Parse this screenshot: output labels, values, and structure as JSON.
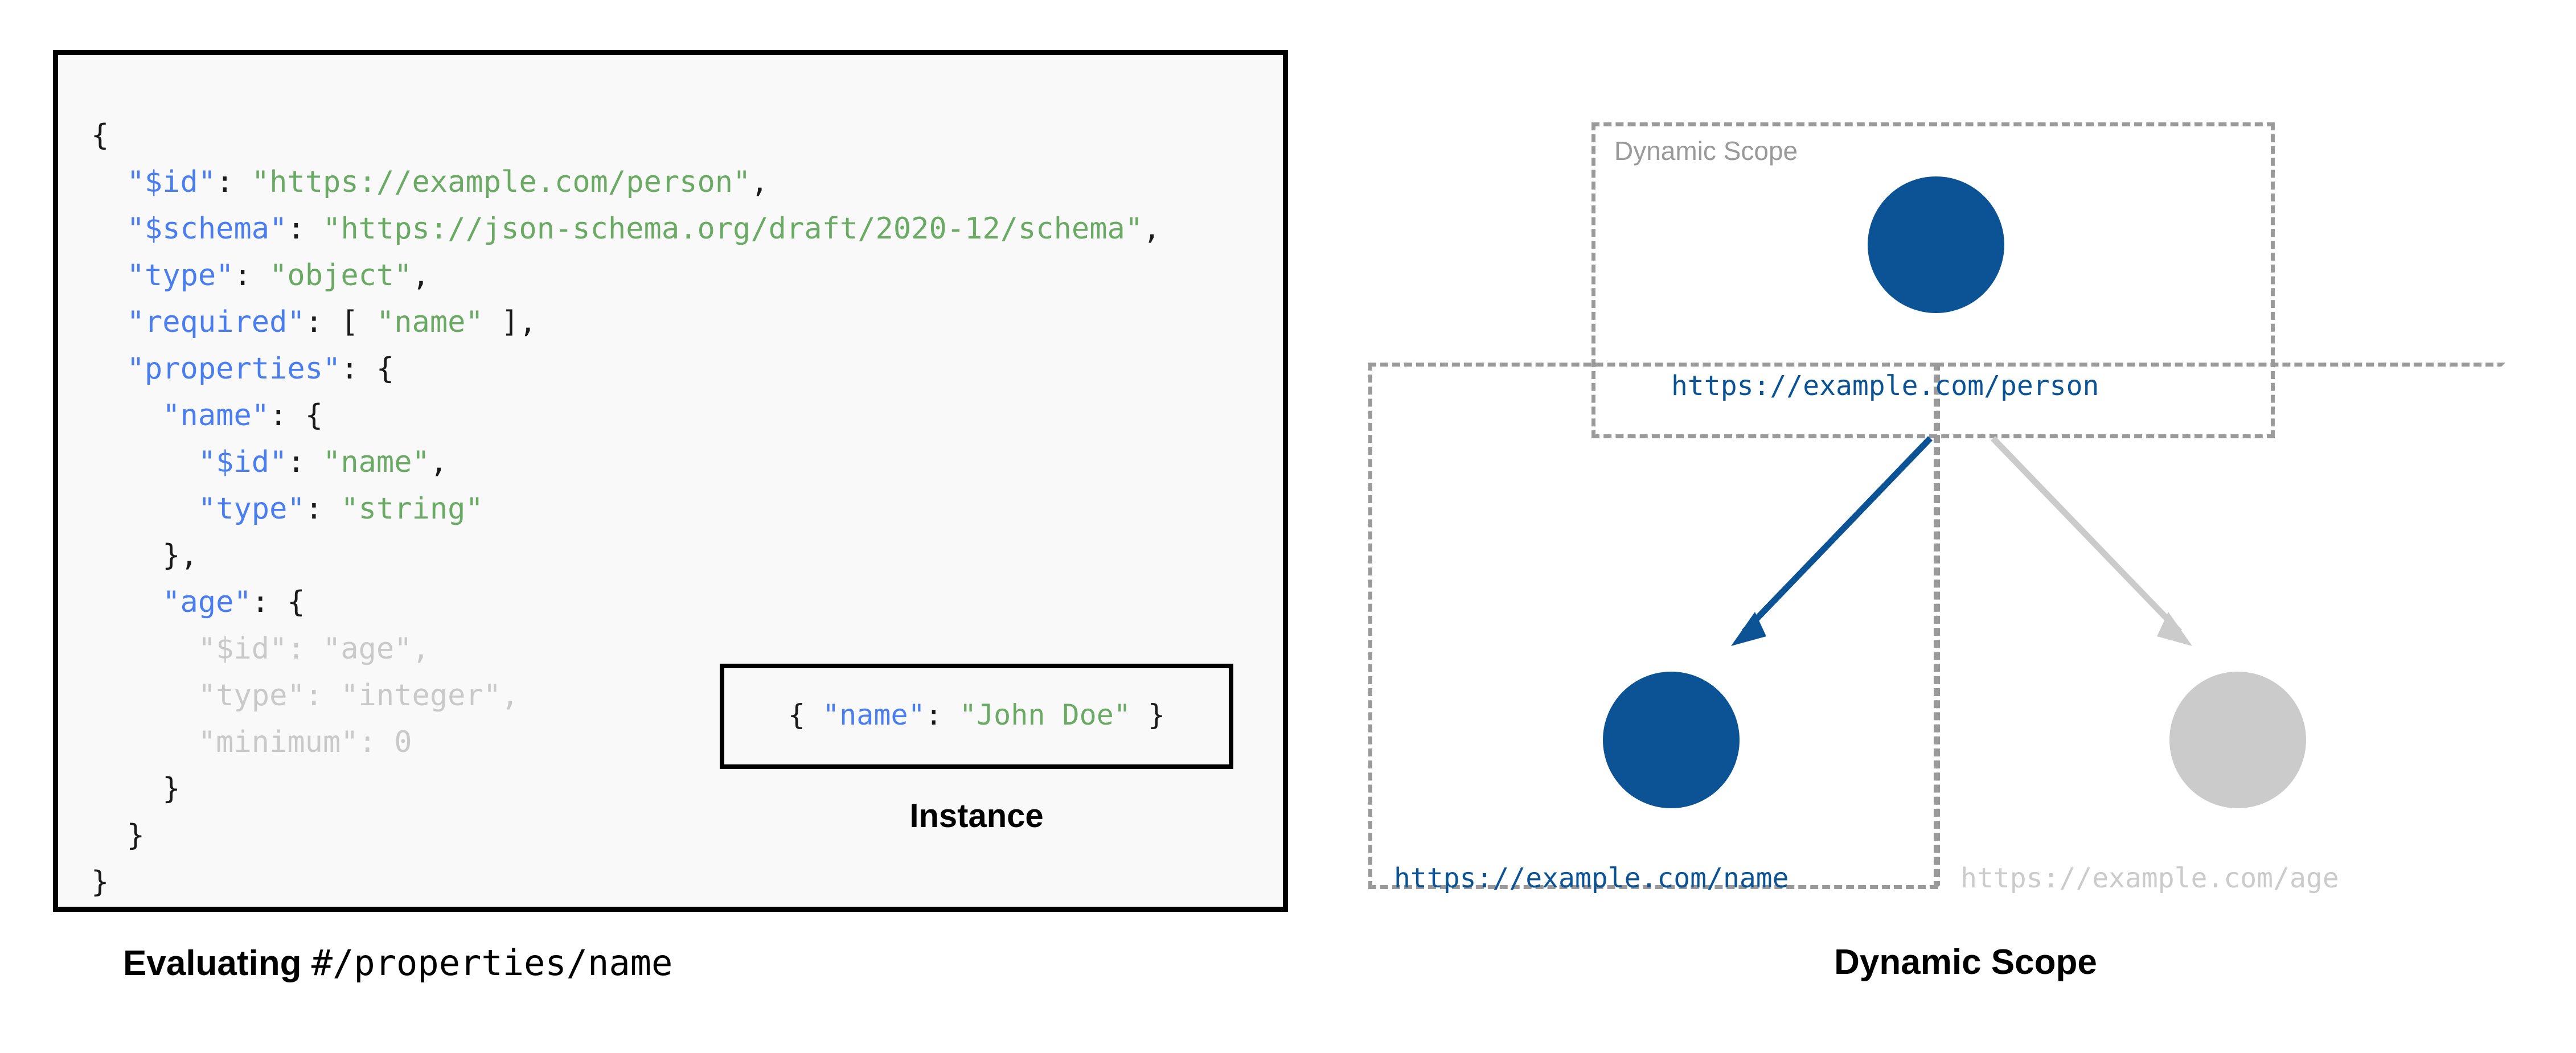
{
  "schema_panel": {
    "lines": [
      {
        "id": "l1",
        "indent": 0,
        "dim": false,
        "tokens": [
          {
            "t": "{",
            "c": "p"
          }
        ]
      },
      {
        "id": "l2",
        "indent": 1,
        "dim": false,
        "tokens": [
          {
            "t": "\"$id\"",
            "c": "k"
          },
          {
            "t": ": ",
            "c": "p"
          },
          {
            "t": "\"https://example.com/person\"",
            "c": "s"
          },
          {
            "t": ",",
            "c": "p"
          }
        ]
      },
      {
        "id": "l3",
        "indent": 1,
        "dim": false,
        "tokens": [
          {
            "t": "\"$schema\"",
            "c": "k"
          },
          {
            "t": ": ",
            "c": "p"
          },
          {
            "t": "\"https://json-schema.org/draft/2020-12/schema\"",
            "c": "s"
          },
          {
            "t": ",",
            "c": "p"
          }
        ]
      },
      {
        "id": "l4",
        "indent": 1,
        "dim": false,
        "tokens": [
          {
            "t": "\"type\"",
            "c": "k"
          },
          {
            "t": ": ",
            "c": "p"
          },
          {
            "t": "\"object\"",
            "c": "s"
          },
          {
            "t": ",",
            "c": "p"
          }
        ]
      },
      {
        "id": "l5",
        "indent": 1,
        "dim": false,
        "tokens": [
          {
            "t": "\"required\"",
            "c": "k"
          },
          {
            "t": ": [ ",
            "c": "p"
          },
          {
            "t": "\"name\"",
            "c": "s"
          },
          {
            "t": " ],",
            "c": "p"
          }
        ]
      },
      {
        "id": "l6",
        "indent": 1,
        "dim": false,
        "tokens": [
          {
            "t": "\"properties\"",
            "c": "k"
          },
          {
            "t": ": {",
            "c": "p"
          }
        ]
      },
      {
        "id": "l7",
        "indent": 2,
        "dim": false,
        "tokens": [
          {
            "t": "\"name\"",
            "c": "k"
          },
          {
            "t": ": {",
            "c": "p"
          }
        ]
      },
      {
        "id": "l8",
        "indent": 3,
        "dim": false,
        "tokens": [
          {
            "t": "\"$id\"",
            "c": "k"
          },
          {
            "t": ": ",
            "c": "p"
          },
          {
            "t": "\"name\"",
            "c": "s"
          },
          {
            "t": ",",
            "c": "p"
          }
        ]
      },
      {
        "id": "l9",
        "indent": 3,
        "dim": false,
        "tokens": [
          {
            "t": "\"type\"",
            "c": "k"
          },
          {
            "t": ": ",
            "c": "p"
          },
          {
            "t": "\"string\"",
            "c": "s"
          }
        ]
      },
      {
        "id": "l10",
        "indent": 2,
        "dim": false,
        "tokens": [
          {
            "t": "},",
            "c": "p"
          }
        ]
      },
      {
        "id": "l11",
        "indent": 2,
        "dim": false,
        "tokens": [
          {
            "t": "\"age\"",
            "c": "k"
          },
          {
            "t": ": {",
            "c": "p"
          }
        ]
      },
      {
        "id": "l12",
        "indent": 3,
        "dim": true,
        "tokens": [
          {
            "t": "\"$id\": \"age\",",
            "c": "dim"
          }
        ]
      },
      {
        "id": "l13",
        "indent": 3,
        "dim": true,
        "tokens": [
          {
            "t": "\"type\": \"integer\",",
            "c": "dim"
          }
        ]
      },
      {
        "id": "l14",
        "indent": 3,
        "dim": true,
        "tokens": [
          {
            "t": "\"minimum\": 0",
            "c": "dim"
          }
        ]
      },
      {
        "id": "l15",
        "indent": 2,
        "dim": false,
        "tokens": [
          {
            "t": "}",
            "c": "p"
          }
        ]
      },
      {
        "id": "l16",
        "indent": 1,
        "dim": false,
        "tokens": [
          {
            "t": "}",
            "c": "p"
          }
        ]
      },
      {
        "id": "l17",
        "indent": 0,
        "dim": false,
        "tokens": [
          {
            "t": "}",
            "c": "p"
          }
        ]
      }
    ]
  },
  "instance": {
    "tokens": [
      {
        "t": "{ ",
        "c": "p"
      },
      {
        "t": "\"name\"",
        "c": "k"
      },
      {
        "t": ": ",
        "c": "p"
      },
      {
        "t": "\"John Doe\"",
        "c": "s"
      },
      {
        "t": " }",
        "c": "p"
      }
    ],
    "caption": "Instance"
  },
  "left_caption": {
    "bold_part": "Evaluating ",
    "mono_part": "#/properties/name"
  },
  "scope_diagram": {
    "box_label": "Dynamic Scope",
    "nodes": [
      {
        "id": "person",
        "label": "https://example.com/person",
        "state": "active",
        "color": "#0b5394"
      },
      {
        "id": "name",
        "label": "https://example.com/name",
        "state": "active",
        "color": "#0b5394"
      },
      {
        "id": "age",
        "label": "https://example.com/age",
        "state": "inactive",
        "color": "#cbcbcb"
      }
    ],
    "edges": [
      {
        "from": "person",
        "to": "name",
        "color": "#0b5394"
      },
      {
        "from": "person",
        "to": "age",
        "color": "#cbcbcb"
      }
    ]
  },
  "right_caption": "Dynamic Scope",
  "colors": {
    "key_blue": "#4a7def",
    "string_green": "#6aaa64",
    "dimmed_grey": "#c9c9c9",
    "node_active": "#0b5394",
    "node_inactive": "#cbcbcb",
    "dash_border": "#9a9a9a",
    "panel_bg": "#f9f9f9",
    "panel_border": "#000000"
  }
}
